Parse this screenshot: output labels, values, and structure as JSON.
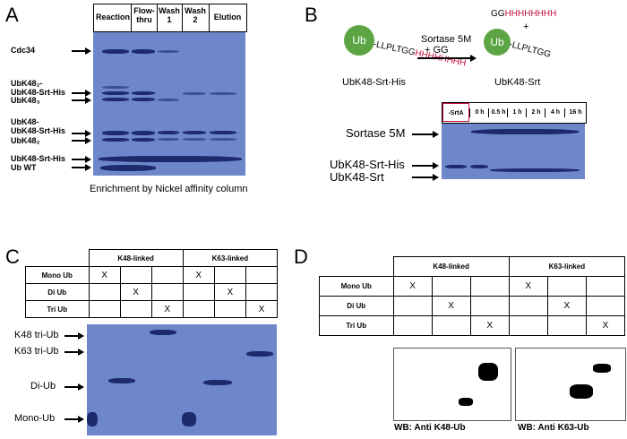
{
  "panel_a": {
    "letter": "A",
    "lanes": [
      "Reaction",
      "Flow-\nthru",
      "Wash\n1",
      "Wash\n2",
      "Elution"
    ],
    "labels": [
      "Cdc34",
      "UbK48₂-\nUbK48-Srt-His",
      "UbK48₃",
      "UbK48-\nUbK48-Srt-His",
      "UbK48₂",
      "UbK48-Srt-His",
      "Ub WT"
    ],
    "caption": "Enrichment by Nickel affinity column"
  },
  "panel_b": {
    "letter": "B",
    "ub": "Ub",
    "left_seq_prefix": "-LLPLTGG",
    "left_seq_his": "HHHHHHHH",
    "left_name": "UbK48-Srt-His",
    "enzyme": "Sortase 5M",
    "enzyme_plus": "+ GG",
    "right_gg": "GG",
    "right_his": "HHHHHHHH",
    "plus": "+",
    "right_seq": "-LLPLTGG",
    "right_name": "UbK48-Srt",
    "lanes": [
      "-SrtA",
      "0 h",
      "0.5 h",
      "1 h",
      "2 h",
      "4 h",
      "16 h"
    ],
    "labels": [
      "Sortase 5M",
      "UbK48-Srt-His",
      "UbK48-Srt"
    ]
  },
  "panel_c": {
    "letter": "C",
    "groups": [
      "K48-linked",
      "K63-linked"
    ],
    "rows": [
      "Mono Ub",
      "Di Ub",
      "Tri Ub"
    ],
    "mark": "X",
    "labels": [
      "K48 tri-Ub",
      "K63 tri-Ub",
      "Di-Ub",
      "Mono-Ub"
    ]
  },
  "panel_d": {
    "letter": "D",
    "groups": [
      "K48-linked",
      "K63-linked"
    ],
    "rows": [
      "Mono Ub",
      "Di Ub",
      "Tri Ub"
    ],
    "mark": "X",
    "wb_left": "WB: Anti K48-Ub",
    "wb_right": "WB: Anti K63-Ub"
  },
  "colors": {
    "gel": "#6e87cb",
    "band": "#1d2a6b",
    "his": "#c4123c",
    "ub_circle": "#5da544"
  }
}
